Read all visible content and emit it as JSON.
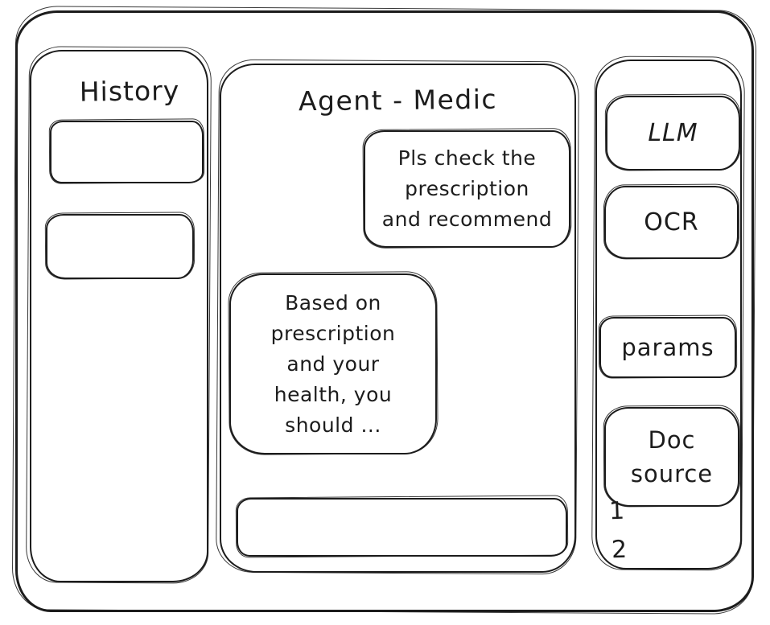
{
  "colors": {
    "ink": "#1c1c1c",
    "background": "#ffffff"
  },
  "history_panel": {
    "title": "History",
    "items": [
      {
        "label": ""
      },
      {
        "label": ""
      }
    ]
  },
  "chat_panel": {
    "title": "Agent - Medic",
    "messages": [
      {
        "role": "user",
        "text": "Pls check the\nprescription\nand recommend"
      },
      {
        "role": "assistant",
        "text": "Based on\nprescription\nand your\nhealth, you\nshould ..."
      }
    ],
    "input": {
      "value": ""
    }
  },
  "tools_panel": {
    "buttons": [
      {
        "id": "llm",
        "label": "LLM"
      },
      {
        "id": "ocr",
        "label": "OCR"
      },
      {
        "id": "params",
        "label": "params"
      },
      {
        "id": "doc-source",
        "label": "Doc\nsource"
      }
    ],
    "doc_source_items": [
      "1",
      "2"
    ]
  }
}
